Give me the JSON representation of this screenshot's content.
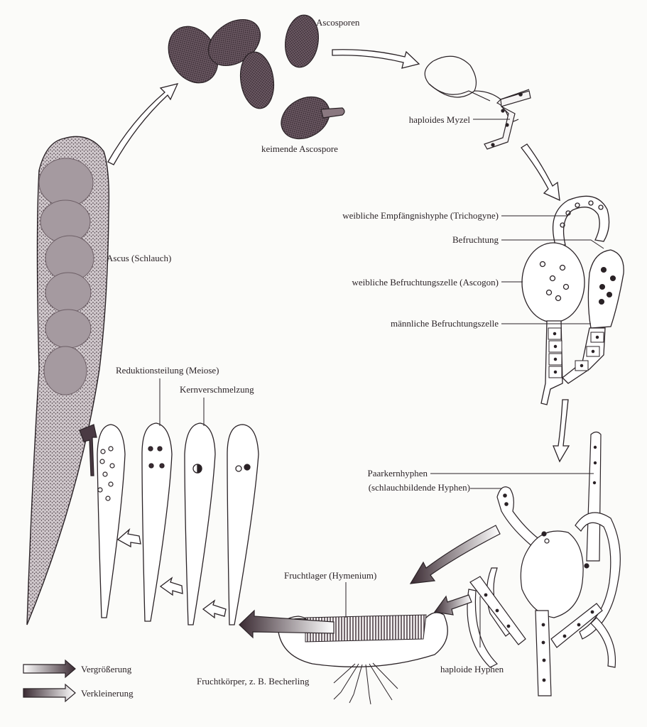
{
  "labels": {
    "ascosporen": "Ascosporen",
    "keimende_ascospore": "keimende Ascospore",
    "haploides_myzel": "haploides Myzel",
    "trichogyne": "weibliche Empfängnishyphe (Trichogyne)",
    "befruchtung": "Befruchtung",
    "ascogon": "weibliche Befruchtungszelle (Ascogon)",
    "maennliche_zelle": "männliche Befruchtungszelle",
    "ascus": "Ascus (Schlauch)",
    "reduktionsteilung": "Reduktionsteilung (Meiose)",
    "kernverschmelzung": "Kernverschmelzung",
    "paarkernhyphen": "Paarkernhyphen",
    "schlauchbildende": "(schlauchbildende Hyphen)",
    "fruchtlager": "Fruchtlager (Hymenium)",
    "fruchtkoerper": "Fruchtkörper, z. B. Becherling",
    "haploide_hyphen": "haploide Hyphen"
  },
  "legend": {
    "enlarge": "Vergrößerung",
    "reduce": "Verkleinerung"
  },
  "colors": {
    "ink": "#2a2226",
    "spore_fill": "#5e4a55",
    "ascus_fill": "#9a8d93",
    "background": "#fbfbf9"
  }
}
